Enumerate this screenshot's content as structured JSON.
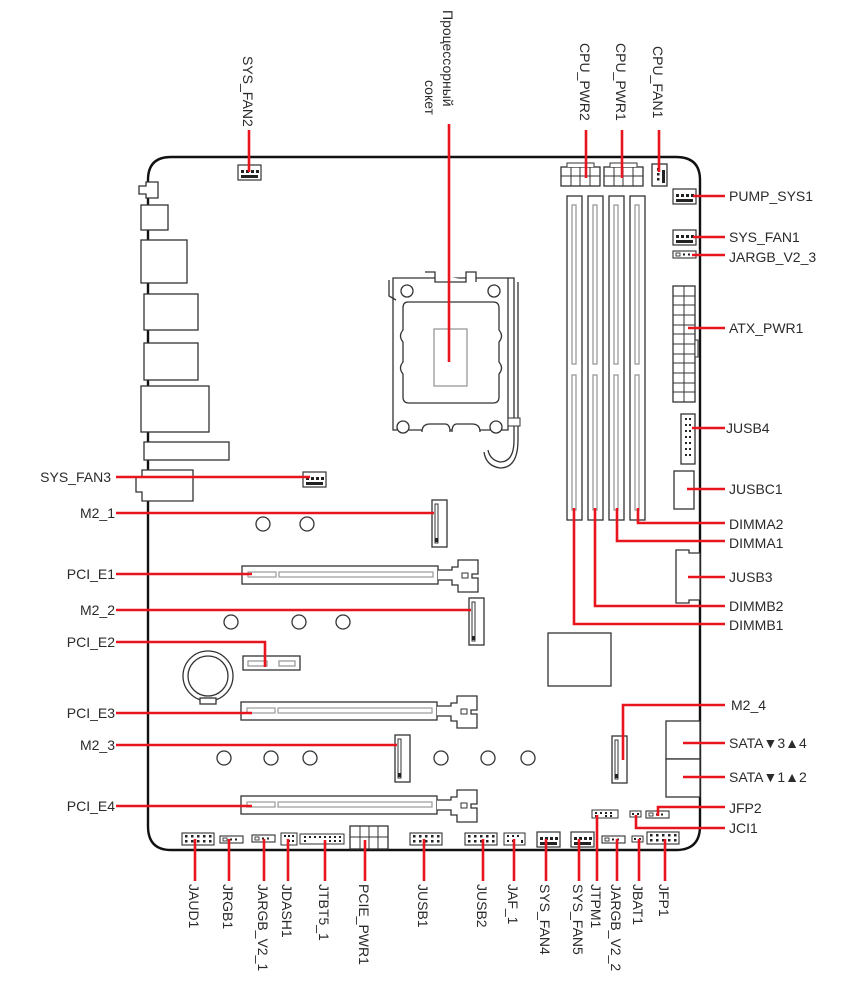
{
  "diagram": {
    "title": "Motherboard layout",
    "accent_color": "#e8141e",
    "outline_color": "#111111",
    "labels": {
      "top": {
        "sys_fan2": "SYS_FAN2",
        "cpu_socket": [
          "Процессорный",
          "сокет"
        ],
        "cpu_pwr2": "CPU_PWR2",
        "cpu_pwr1": "CPU_PWR1",
        "cpu_fan1": "CPU_FAN1"
      },
      "right": {
        "pump_sys1": "PUMP_SYS1",
        "sys_fan1": "SYS_FAN1",
        "jargb_v2_3": "JARGB_V2_3",
        "atx_pwr1": "ATX_PWR1",
        "jusb4": "JUSB4",
        "jusbc1": "JUSBC1",
        "dimma2": "DIMMA2",
        "dimma1": "DIMMA1",
        "jusb3": "JUSB3",
        "dimmb2": "DIMMB2",
        "dimmb1": "DIMMB1",
        "m2_4": "M2_4",
        "sata34": "SATA▼3▲4",
        "sata12": "SATA▼1▲2",
        "jfp2": "JFP2",
        "jci1": "JCI1"
      },
      "left": {
        "sys_fan3": "SYS_FAN3",
        "m2_1": "M2_1",
        "pci_e1": "PCI_E1",
        "m2_2": "M2_2",
        "pci_e2": "PCI_E2",
        "pci_e3": "PCI_E3",
        "m2_3": "M2_3",
        "pci_e4": "PCI_E4"
      },
      "bottom": {
        "jaud1": "JAUD1",
        "jrgb1": "JRGB1",
        "jargb_v2_1": "JARGB_V2_1",
        "jdash1": "JDASH1",
        "jtbt5_1": "JTBT5_1",
        "pcie_pwr1": "PCIE_PWR1",
        "jusb1": "JUSB1",
        "jusb2": "JUSB2",
        "jaf_1": "JAF_1",
        "sys_fan4": "SYS_FAN4",
        "sys_fan5": "SYS_FAN5",
        "jtpm1": "JTPM1",
        "jargb_v2_2": "JARGB_V2_2",
        "jbat1": "JBAT1",
        "jfp1": "JFP1"
      }
    }
  }
}
